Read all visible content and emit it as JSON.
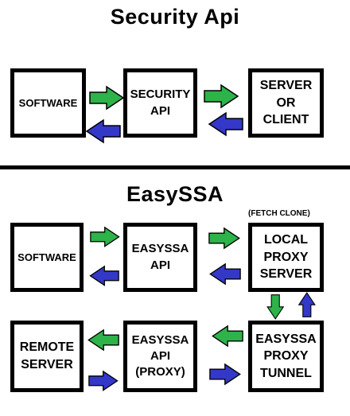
{
  "titles": {
    "security": "Security Api",
    "easyssa": "EasySSA"
  },
  "top": {
    "software": "SOFTWARE",
    "security_api": [
      "SECURITY",
      "API"
    ],
    "server_client": [
      "SERVER",
      "OR",
      "CLIENT"
    ]
  },
  "bottom": {
    "note": "(FETCH CLONE)",
    "software": "SOFTWARE",
    "easyssa_api": [
      "EASYSSA",
      "API"
    ],
    "local_proxy": [
      "LOCAL",
      "PROXY",
      "SERVER"
    ],
    "remote_server": [
      "REMOTE",
      "SERVER"
    ],
    "easyssa_api_proxy": [
      "EASYSSA",
      "API",
      "(PROXY)"
    ],
    "easyssa_tunnel": [
      "EASYSSA",
      "PROXY",
      "TUNNEL"
    ]
  },
  "colors": {
    "green_arrow": "#2db34a",
    "blue_arrow": "#3338c8",
    "border": "#000000"
  }
}
